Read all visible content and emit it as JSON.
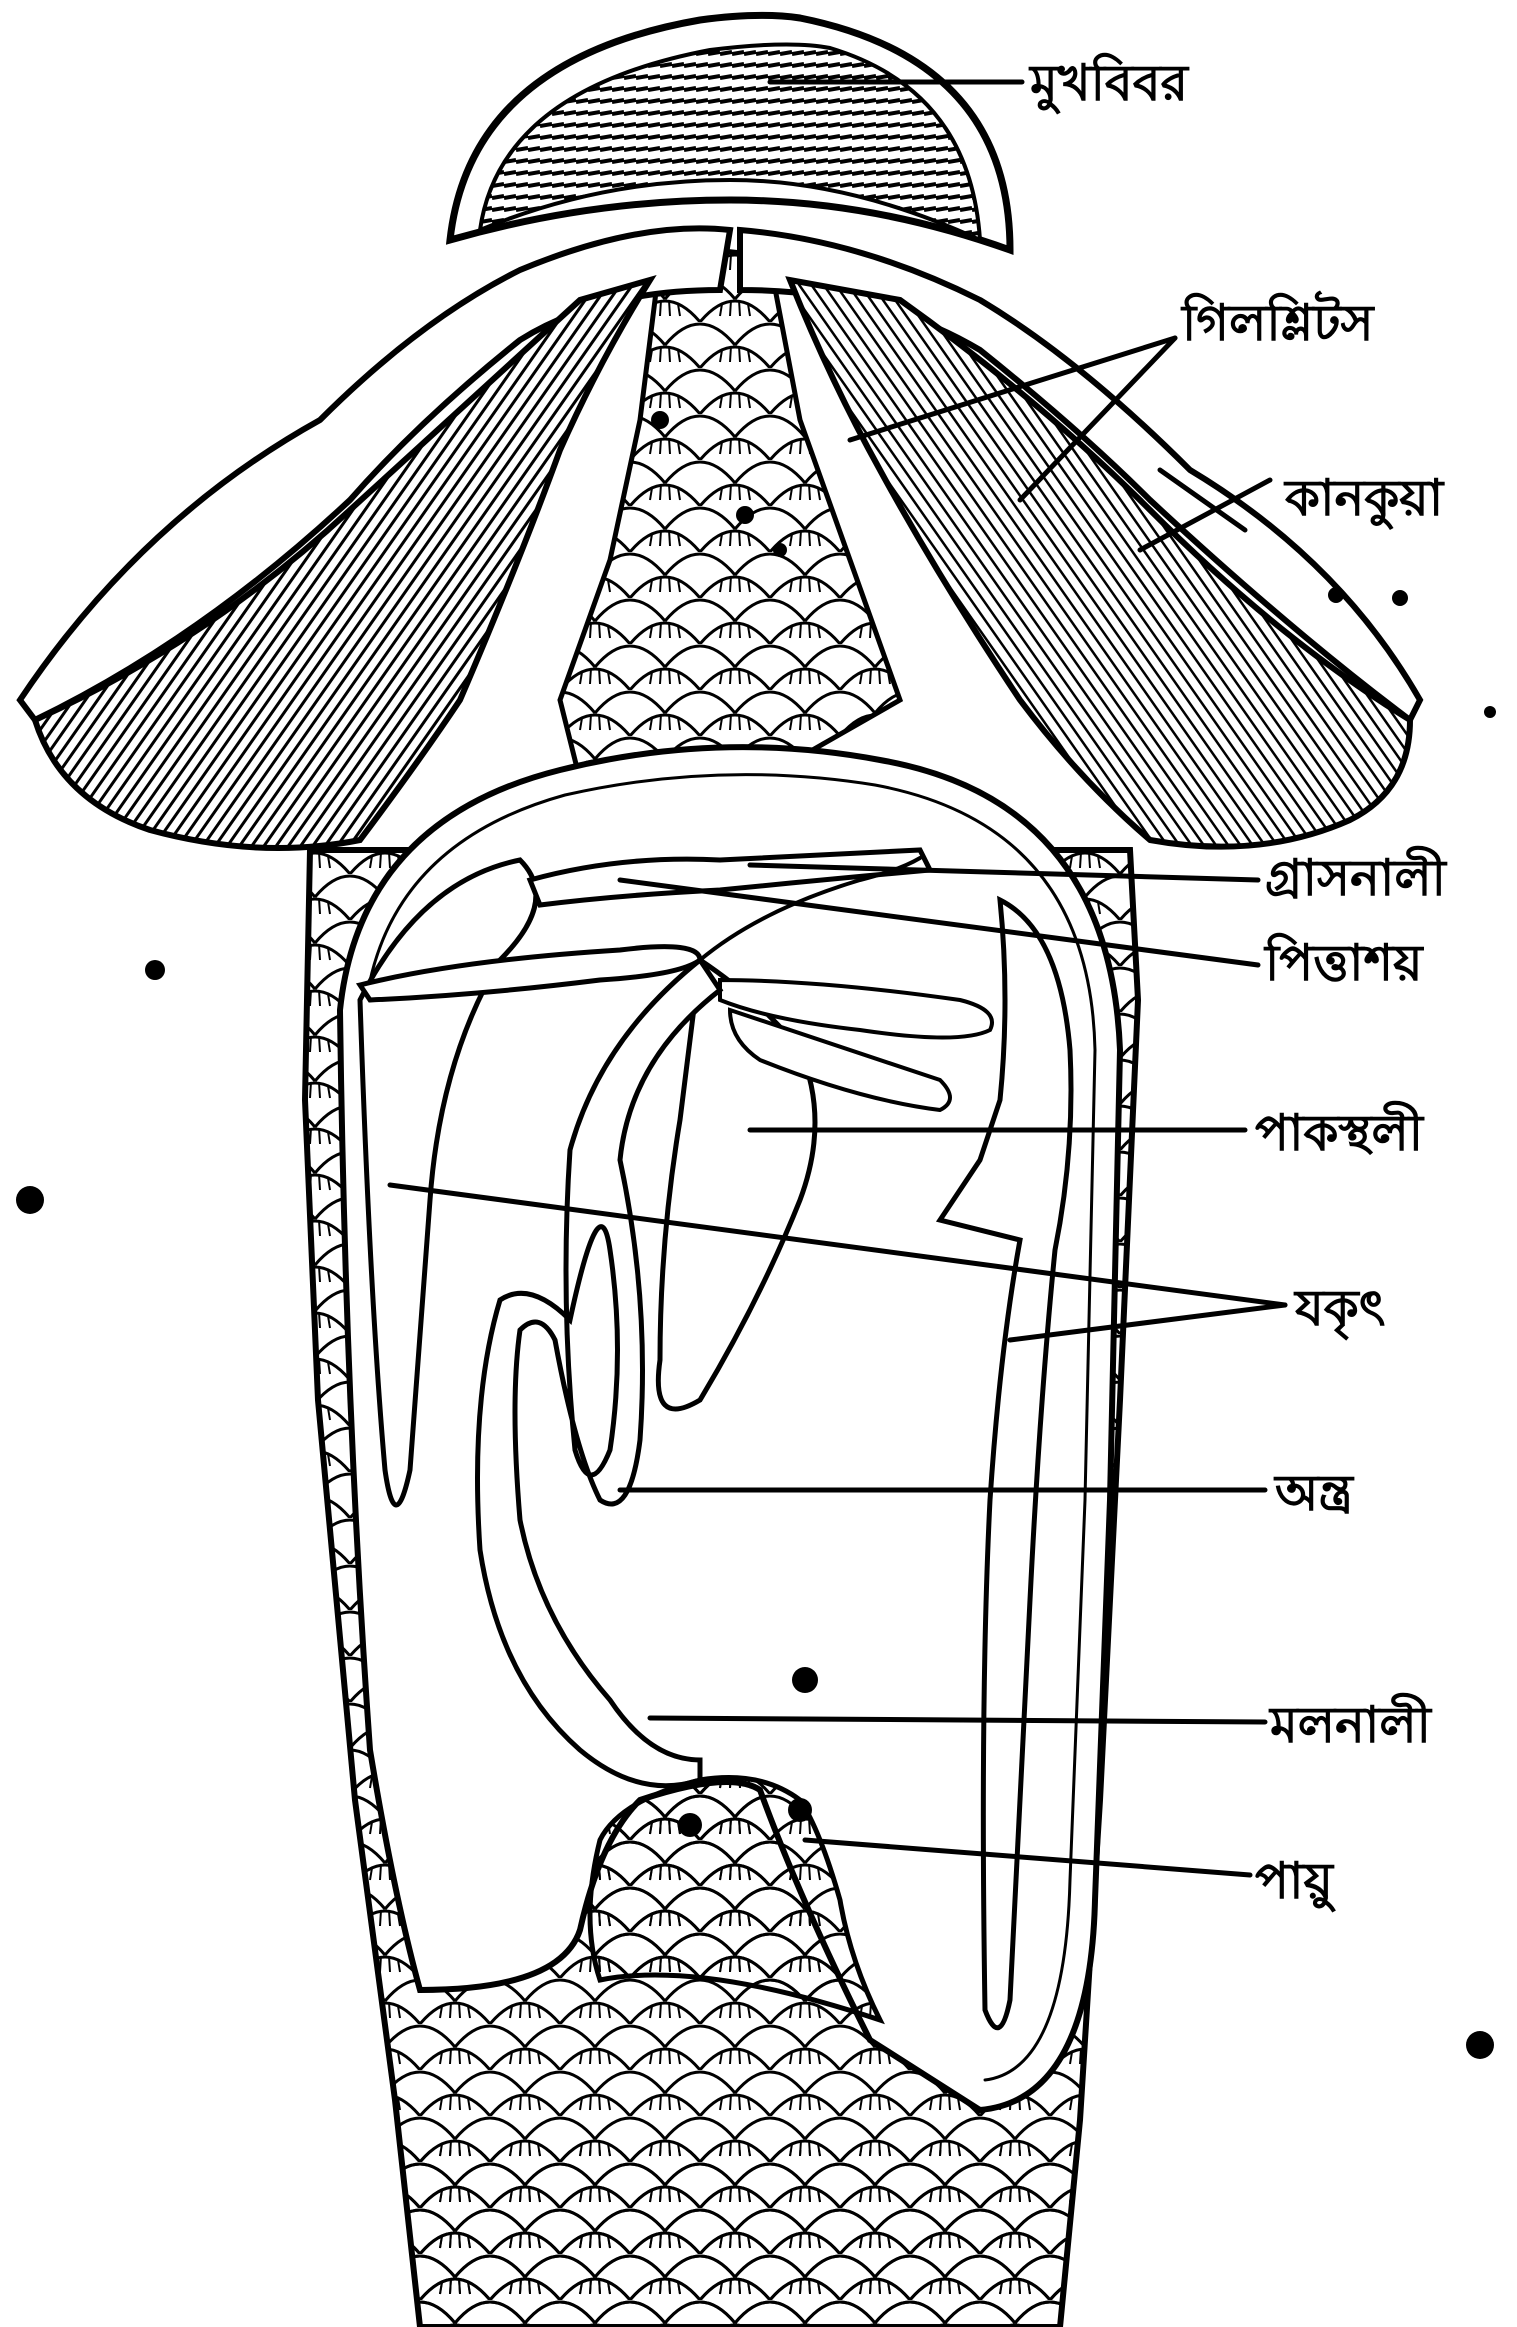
{
  "diagram": {
    "labels": {
      "mouth": "মুখবিবর",
      "gill_lamella": "গিলশ্লিটস",
      "gill_cavity": "কানকুয়া",
      "esophagus": "গ্রাসনালী",
      "gall_bladder": "পিত্তাশয়",
      "stomach": "পাকস্থলী",
      "liver": "যকৃৎ",
      "intestine": "অন্ত্র",
      "rectum": "মলনালী",
      "anus": "পায়ু"
    }
  }
}
